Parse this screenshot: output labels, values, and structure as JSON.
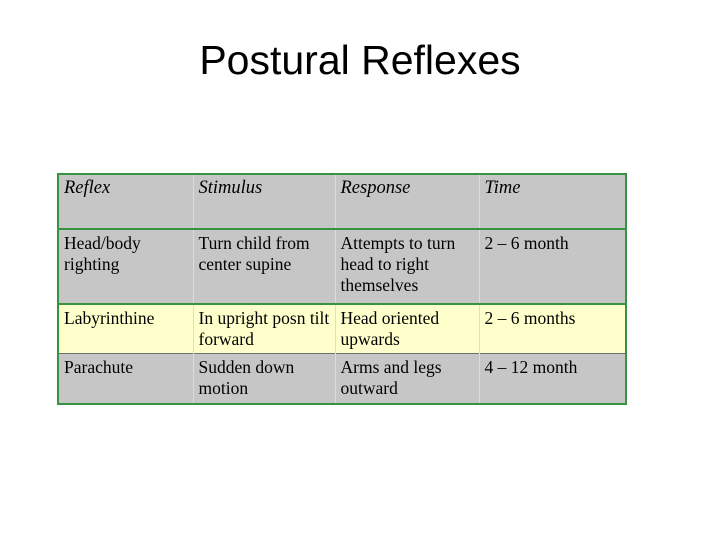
{
  "slide": {
    "title": "Postural Reflexes",
    "background_color": "#ffffff"
  },
  "colors": {
    "table_border": "#37933f",
    "cell_gray": "#c6c6c6",
    "cell_highlight_yellow": "#ffffcc",
    "inner_gridline": "#dcdcdc",
    "text": "#000000"
  },
  "table": {
    "columns": [
      "Reflex",
      "Stimulus",
      "Response",
      "Time"
    ],
    "rows": [
      {
        "highlight": false,
        "reflex": "Head/body righting",
        "stimulus": "Turn child from center supine",
        "response": "Attempts to turn head to right themselves",
        "time": "2 – 6 month"
      },
      {
        "highlight": true,
        "reflex": "Labyrinthine",
        "stimulus": "In upright posn tilt forward",
        "response": "Head oriented upwards",
        "time": "2 – 6 months"
      },
      {
        "highlight": false,
        "reflex": "Parachute",
        "stimulus": "Sudden down motion",
        "response": "Arms and legs outward",
        "time": "4 – 12 month"
      }
    ]
  }
}
